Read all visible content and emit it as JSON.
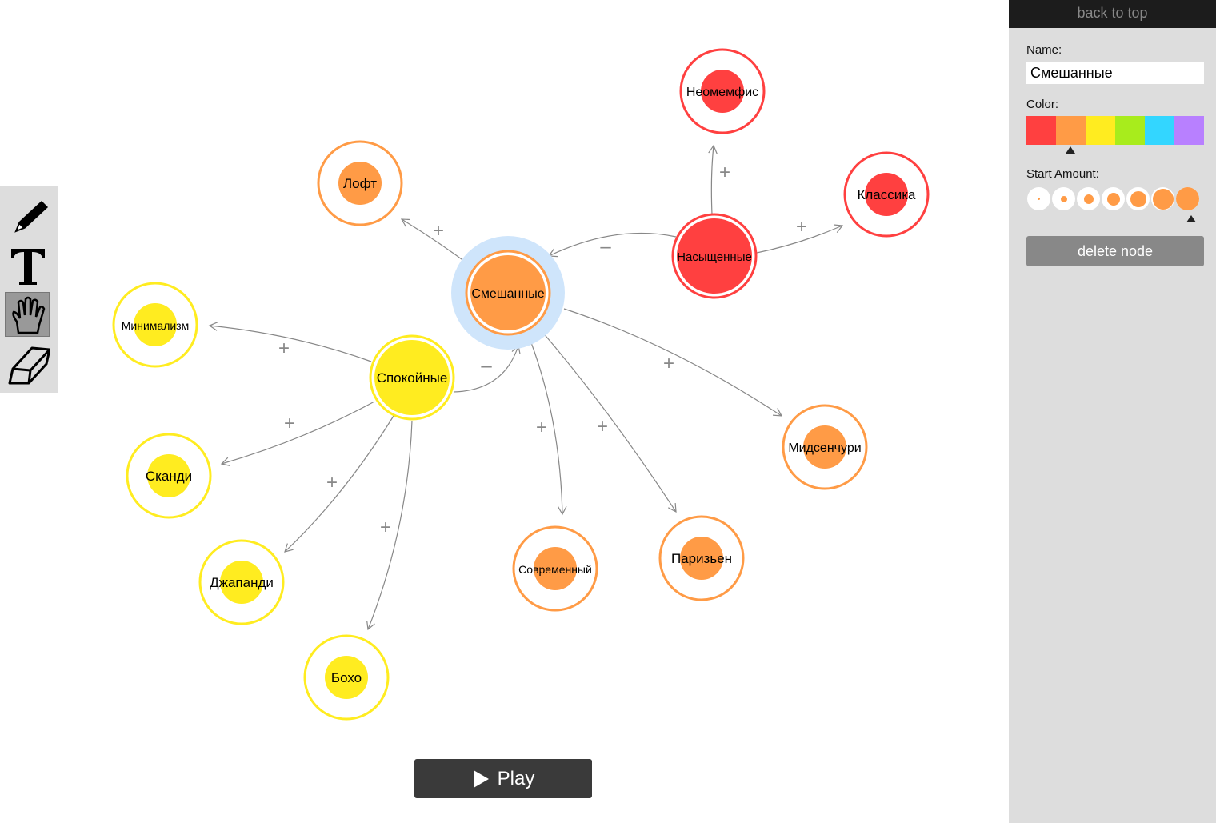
{
  "sidebar": {
    "back_to_top": "back to top",
    "name_label": "Name:",
    "name_value": "Смешанные",
    "color_label": "Color:",
    "colors": [
      "#ff4040",
      "#ff9b46",
      "#ffec20",
      "#a8ec1c",
      "#33d6ff",
      "#b880ff"
    ],
    "selected_color_index": 1,
    "start_amount_label": "Start Amount:",
    "amount_levels": [
      0,
      1,
      2,
      3,
      4,
      5,
      6
    ],
    "selected_amount": 6,
    "delete_label": "delete node"
  },
  "toolbar": {
    "tools": [
      "pencil",
      "text",
      "hand",
      "eraser"
    ],
    "selected_tool": "hand"
  },
  "play_label": "Play",
  "graph": {
    "nodes": [
      {
        "label": "Неомемфис",
        "color": "#ff4040",
        "amount": 0.5
      },
      {
        "label": "Лофт",
        "color": "#ff9b46",
        "amount": 0.5
      },
      {
        "label": "Классика",
        "color": "#ff4040",
        "amount": 0.5
      },
      {
        "label": "Насыщенные",
        "color": "#ff4040",
        "amount": 1
      },
      {
        "label": "Смешанные",
        "color": "#ff9b46",
        "amount": 1,
        "selected": true
      },
      {
        "label": "Минимализм",
        "color": "#ffec20",
        "amount": 0.5
      },
      {
        "label": "Спокойные",
        "color": "#ffec20",
        "amount": 1
      },
      {
        "label": "Сканди",
        "color": "#ffec20",
        "amount": 0.5
      },
      {
        "label": "Мидсенчури",
        "color": "#ff9b46",
        "amount": 0.5
      },
      {
        "label": "Современный",
        "color": "#ff9b46",
        "amount": 0.5
      },
      {
        "label": "Паризьен",
        "color": "#ff9b46",
        "amount": 0.5
      },
      {
        "label": "Джапанди",
        "color": "#ffec20",
        "amount": 0.5
      },
      {
        "label": "Бохо",
        "color": "#ffec20",
        "amount": 0.5
      }
    ],
    "edges": [
      {
        "from": 4,
        "to": 1,
        "sign": "+"
      },
      {
        "from": 3,
        "to": 4,
        "sign": "–"
      },
      {
        "from": 3,
        "to": 0,
        "sign": "+"
      },
      {
        "from": 3,
        "to": 2,
        "sign": "+"
      },
      {
        "from": 4,
        "to": 8,
        "sign": "+"
      },
      {
        "from": 4,
        "to": 10,
        "sign": "+"
      },
      {
        "from": 4,
        "to": 9,
        "sign": "+"
      },
      {
        "from": 6,
        "to": 4,
        "sign": "–"
      },
      {
        "from": 6,
        "to": 5,
        "sign": "+"
      },
      {
        "from": 6,
        "to": 7,
        "sign": "+"
      },
      {
        "from": 6,
        "to": 11,
        "sign": "+"
      },
      {
        "from": 6,
        "to": 12,
        "sign": "+"
      }
    ]
  }
}
